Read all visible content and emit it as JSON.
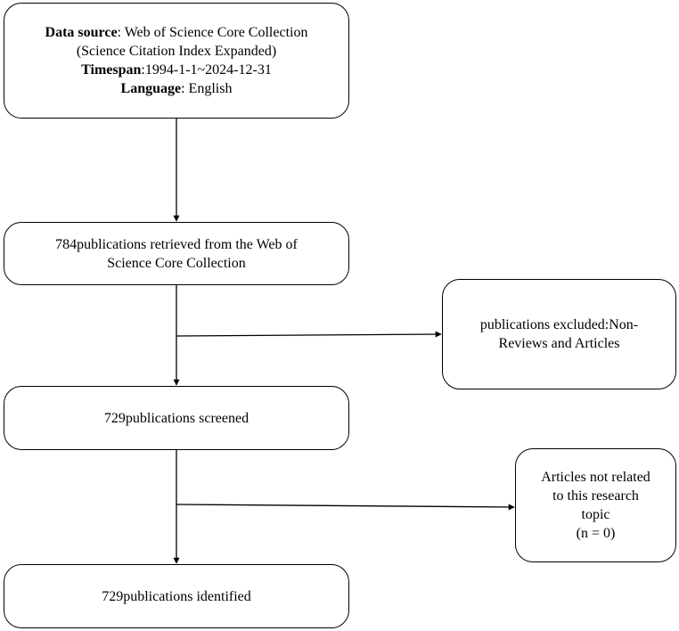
{
  "boxes": {
    "data_source": {
      "source_label": "Data source",
      "source_value": ": Web of Science Core Collection",
      "index": "(Science Citation Index Expanded)",
      "timespan_label": "Timespan",
      "timespan_value": ":1994-1-1~2024-12-31",
      "language_label": "Language",
      "language_value": ": English"
    },
    "retrieved": {
      "line1": "784publications retrieved from the Web of",
      "line2": "Science Core Collection"
    },
    "excluded": {
      "line1": "publications excluded:Non-",
      "line2": "Reviews and Articles"
    },
    "screened": {
      "text": "729publications screened"
    },
    "not_related": {
      "line1": "Articles not related",
      "line2": "to this research",
      "line3": "topic",
      "line4": "(n = 0)"
    },
    "identified": {
      "text": "729publications identified"
    }
  }
}
